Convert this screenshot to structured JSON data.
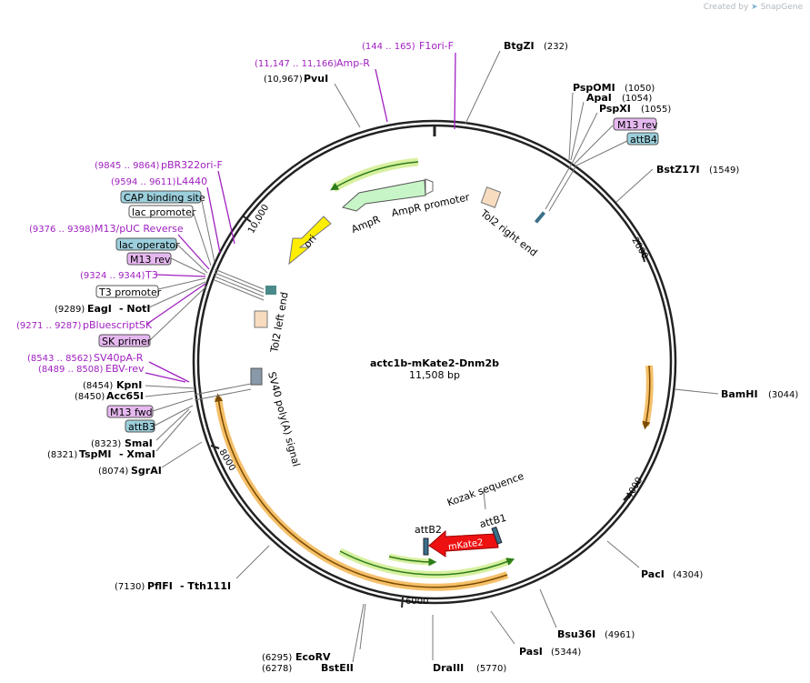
{
  "credit": {
    "prefix": "Created by",
    "brand": "SnapGene"
  },
  "map": {
    "name": "actc1b-mKate2-Dnm2b",
    "length": "11,508 bp"
  },
  "ticks": [
    "2000",
    "4000",
    "6000",
    "8000",
    "10,000"
  ],
  "enzymes": [
    {
      "name": "BtgZI",
      "pos": "(232)"
    },
    {
      "name": "PspOMI",
      "pos": "(1050)"
    },
    {
      "name": "ApaI",
      "pos": "(1054)"
    },
    {
      "name": "PspXI",
      "pos": "(1055)"
    },
    {
      "name": "BstZ17I",
      "pos": "(1549)"
    },
    {
      "name": "BamHI",
      "pos": "(3044)"
    },
    {
      "name": "PacI",
      "pos": "(4304)"
    },
    {
      "name": "Bsu36I",
      "pos": "(4961)"
    },
    {
      "name": "PasI",
      "pos": "(5344)"
    },
    {
      "name": "DraIII",
      "pos": "(5770)"
    },
    {
      "name": "EcoRV",
      "pos": "(6295)"
    },
    {
      "name": "BstEII",
      "pos": "(6278)"
    },
    {
      "name": "PflFI",
      "pos": "(7130)",
      "extra": "- Tth111I"
    },
    {
      "name": "SgrAI",
      "pos": "(8074)"
    },
    {
      "name": "TspMI",
      "pos": "(8321)",
      "extra": "- XmaI"
    },
    {
      "name": "SmaI",
      "pos": "(8323)"
    },
    {
      "name": "Acc65I",
      "pos": "(8450)"
    },
    {
      "name": "KpnI",
      "pos": "(8454)"
    },
    {
      "name": "EagI",
      "pos": "(9289)",
      "extra": "- NotI"
    },
    {
      "name": "PvuI",
      "pos": "(10,967)"
    }
  ],
  "primers": [
    {
      "name": "F1ori-F",
      "range": "(144 .. 165)"
    },
    {
      "name": "Amp-R",
      "range": "(11,147 .. 11,166)"
    },
    {
      "name": "pBR322ori-F",
      "range": "(9845 .. 9864)"
    },
    {
      "name": "L4440",
      "range": "(9594 .. 9611)"
    },
    {
      "name": "M13/pUC Reverse",
      "range": "(9376 .. 9398)"
    },
    {
      "name": "T3",
      "range": "(9324 .. 9344)"
    },
    {
      "name": "pBluescriptSK",
      "range": "(9271 .. 9287)"
    },
    {
      "name": "SV40pA-R",
      "range": "(8543 .. 8562)"
    },
    {
      "name": "EBV-rev",
      "range": "(8489 .. 8508)"
    }
  ],
  "boxed_labels": {
    "m13rev_top": "M13 rev",
    "attb4": "attB4",
    "cap": "CAP binding site",
    "lac_promoter": "lac promoter",
    "lac_operator": "lac operator",
    "m13rev_left": "M13 rev",
    "t3_promoter": "T3 promoter",
    "sk_primer": "SK primer",
    "m13fwd": "M13 fwd",
    "attb3": "attB3"
  },
  "features": {
    "ampr": "AmpR",
    "ampr_promoter": "AmpR promoter",
    "ori": "ori",
    "tol2_right": "Tol2 right end",
    "tol2_left": "Tol2 left end",
    "sv40": "SV40 poly(A) signal",
    "kozak": "Kozak sequence",
    "attb1": "attB1",
    "attb2": "attB2",
    "mkate2": "mKate2"
  },
  "colors": {
    "backbone": "#222222",
    "primer": "#a020c0",
    "ampr": "#c8f5c8",
    "ori": "#ffee00",
    "tol2": "#f8dcc0",
    "mkate2": "#ee1111",
    "orf_highlight": "#f5c06a",
    "green_arrow": "#2e7d1a"
  }
}
